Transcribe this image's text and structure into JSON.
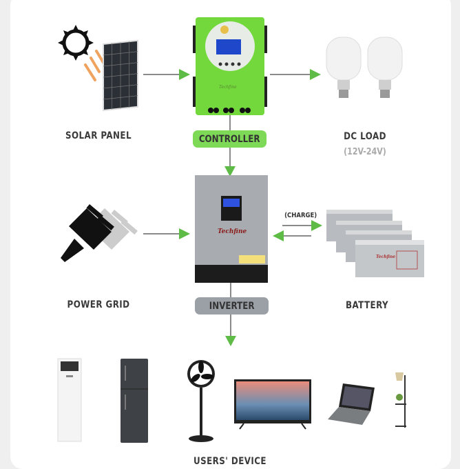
{
  "colors": {
    "arrow_head": "#5dbb46",
    "line": "#8a8a8a",
    "controller_green": "#6fd33a",
    "controller_label": "#7ed957",
    "inverter_label": "#9aa0a6"
  },
  "nodes": {
    "solar_panel": {
      "label": "SOLAR PANEL",
      "icon": "solar-panel-with-sun"
    },
    "controller": {
      "label": "CONTROLLER",
      "brand": "Techfine"
    },
    "dc_load": {
      "label": "DC LOAD",
      "sub": "(12V-24V)",
      "icon": "light-bulbs"
    },
    "power_grid": {
      "label": "POWER GRID",
      "icon": "power-plug"
    },
    "inverter": {
      "label": "INVERTER",
      "brand": "Techfine"
    },
    "battery": {
      "label": "BATTERY",
      "brand": "Techfine",
      "charge_label": "(CHARGE)"
    },
    "users_device": {
      "label": "USERS' DEVICE",
      "devices": [
        "air-conditioner",
        "refrigerator",
        "standing-fan",
        "television",
        "laptop",
        "floor-lamp"
      ]
    }
  }
}
